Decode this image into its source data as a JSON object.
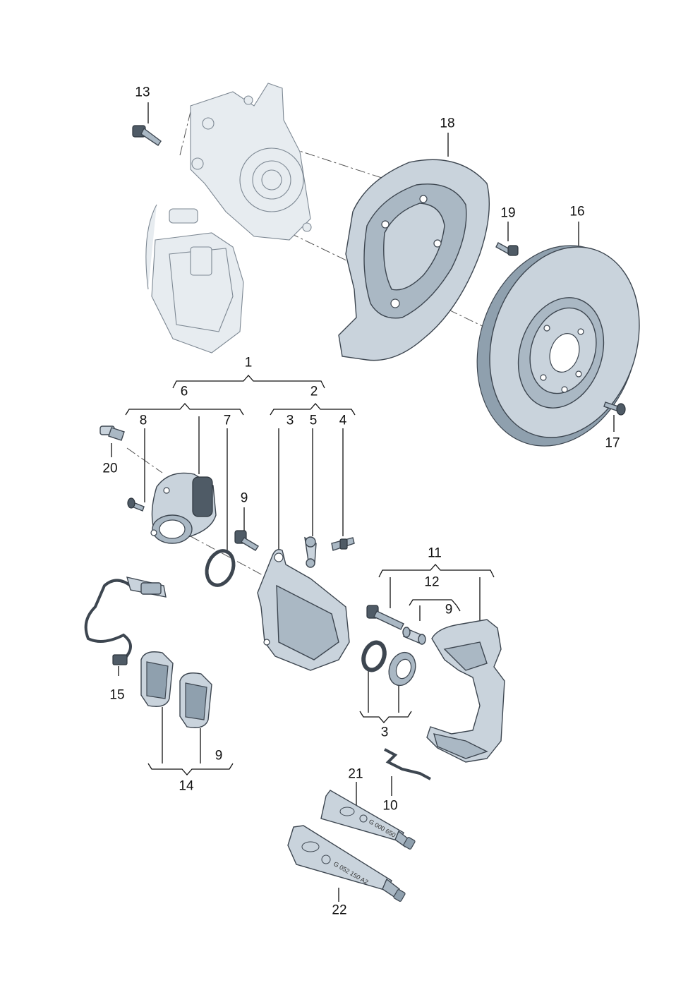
{
  "callouts": {
    "c13": "13",
    "c18": "18",
    "c19": "19",
    "c16": "16",
    "c17": "17",
    "c1": "1",
    "c6": "6",
    "c2": "2",
    "c8": "8",
    "c7": "7",
    "c3a": "3",
    "c5": "5",
    "c4": "4",
    "c20": "20",
    "c9a": "9",
    "c11": "11",
    "c12": "12",
    "c9b": "9",
    "c15": "15",
    "c3b": "3",
    "c14": "14",
    "c9c": "9",
    "c21": "21",
    "c10": "10",
    "c22": "22"
  },
  "tubes": {
    "t21": "G 000 650",
    "t22": "G 052 150 A2"
  },
  "colors": {
    "metal_light": "#c9d3dc",
    "metal_mid": "#aab8c4",
    "metal_dark": "#8fa0ae",
    "outline": "#3d4650"
  }
}
